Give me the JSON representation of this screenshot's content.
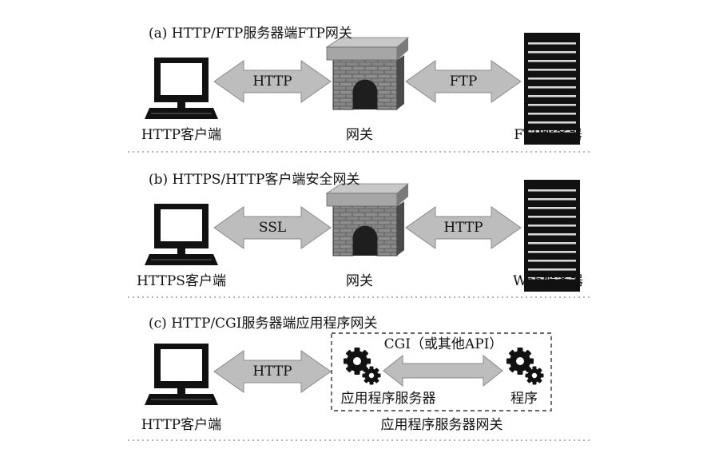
{
  "panels": [
    {
      "title": "(a)  HTTP/FTP服务器端FTP网关",
      "client_label": "HTTP客户端",
      "left_protocol": "HTTP",
      "gateway_label": "网关",
      "right_protocol": "FTP",
      "server_label": "FTP服务器"
    },
    {
      "title": "(b)  HTTPS/HTTP客户端安全网关",
      "client_label": "HTTPS客户端",
      "left_protocol": "SSL",
      "gateway_label": "网关",
      "right_protocol": "HTTP",
      "server_label": "Web服务器"
    },
    {
      "title": "(c)  HTTP/CGI服务器端应用程序网关",
      "client_label": "HTTP客户端",
      "left_protocol": "HTTP",
      "inner_protocol": "CGI（或其他API）",
      "app_server_label": "应用程序服务器",
      "program_label": "程序",
      "gateway_box_label": "应用程序服务器网关"
    }
  ]
}
